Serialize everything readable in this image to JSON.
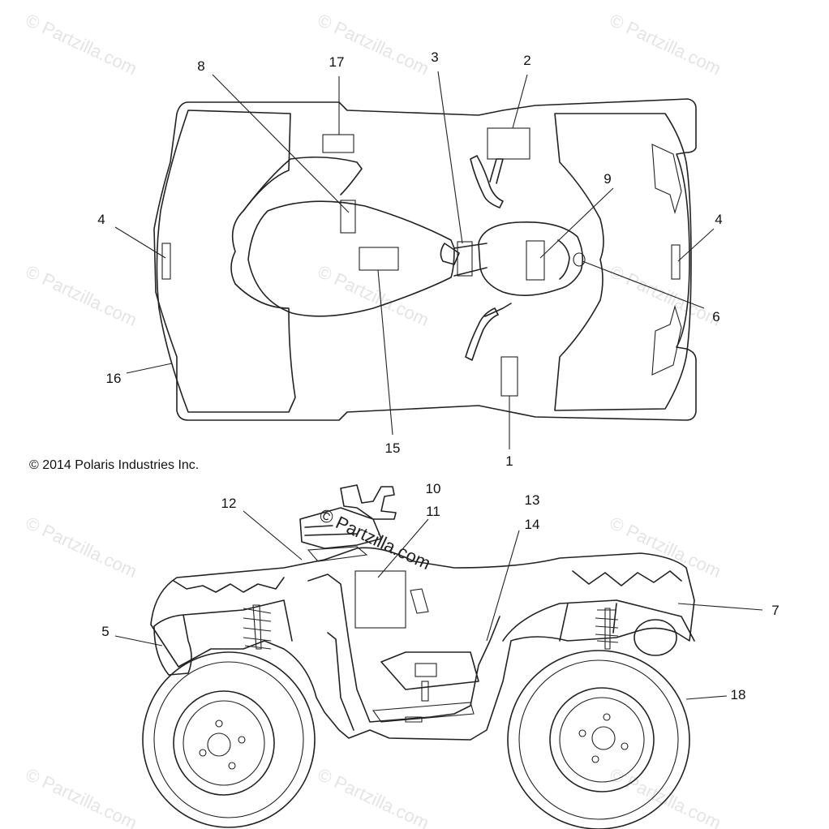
{
  "copyright": "© 2014 Polaris Industries Inc.",
  "watermark": "© Partzilla.com",
  "callouts": {
    "c1": "1",
    "c2": "2",
    "c3": "3",
    "c4a": "4",
    "c4b": "4",
    "c5": "5",
    "c6": "6",
    "c7": "7",
    "c8": "8",
    "c9": "9",
    "c10": "10",
    "c11": "11",
    "c12": "12",
    "c13": "13",
    "c14": "14",
    "c15": "15",
    "c16": "16",
    "c17": "17",
    "c18": "18"
  }
}
